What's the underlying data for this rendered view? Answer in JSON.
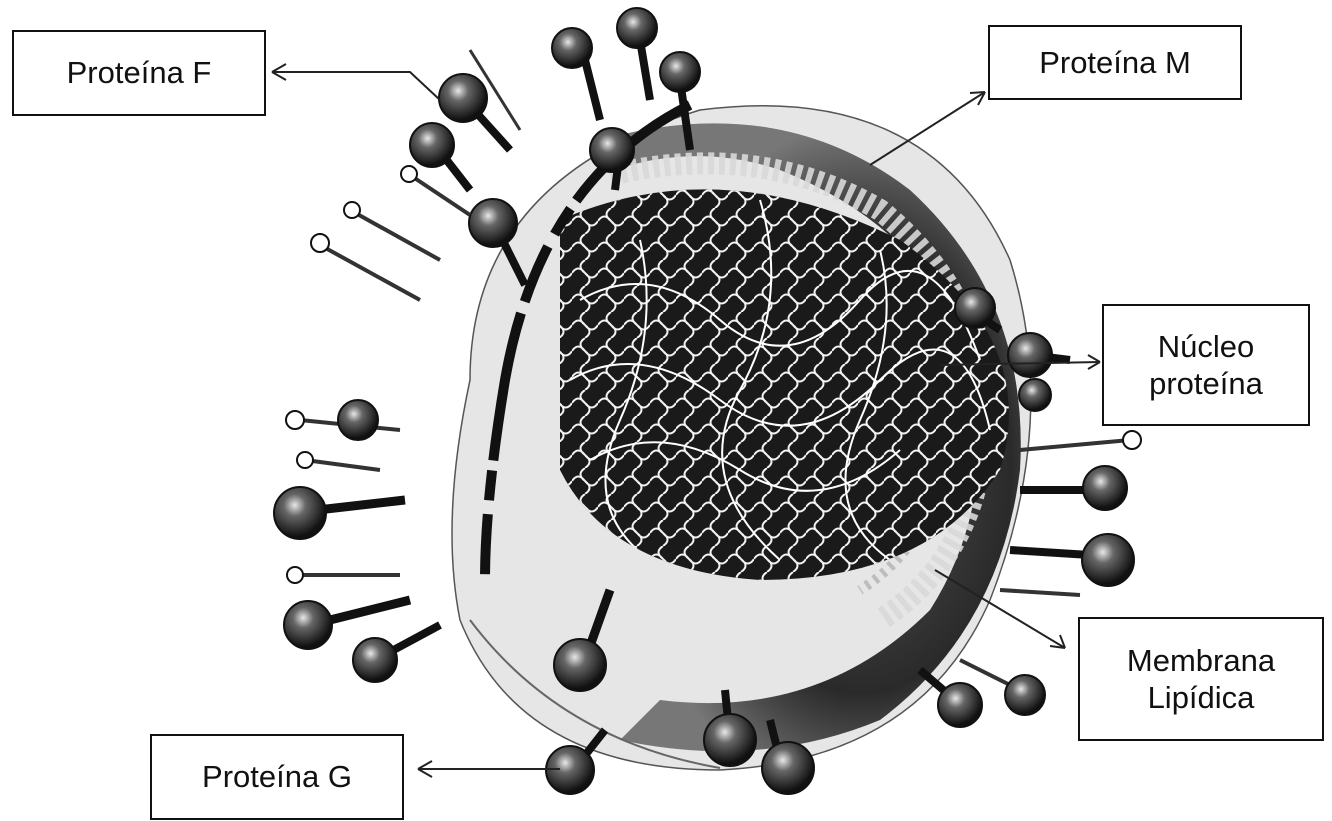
{
  "labels": {
    "protein_f": "Proteína F",
    "protein_m": "Proteína M",
    "nucleoprotein_line1": "Núcleo",
    "nucleoprotein_line2": "proteína",
    "membrane_line1": "Membrana",
    "membrane_line2": "Lipídica",
    "protein_g": "Proteína G"
  },
  "colors": {
    "ink": "#111111",
    "virion_dark": "#222222",
    "virion_light": "#dcdcdc",
    "background": "#ffffff"
  }
}
